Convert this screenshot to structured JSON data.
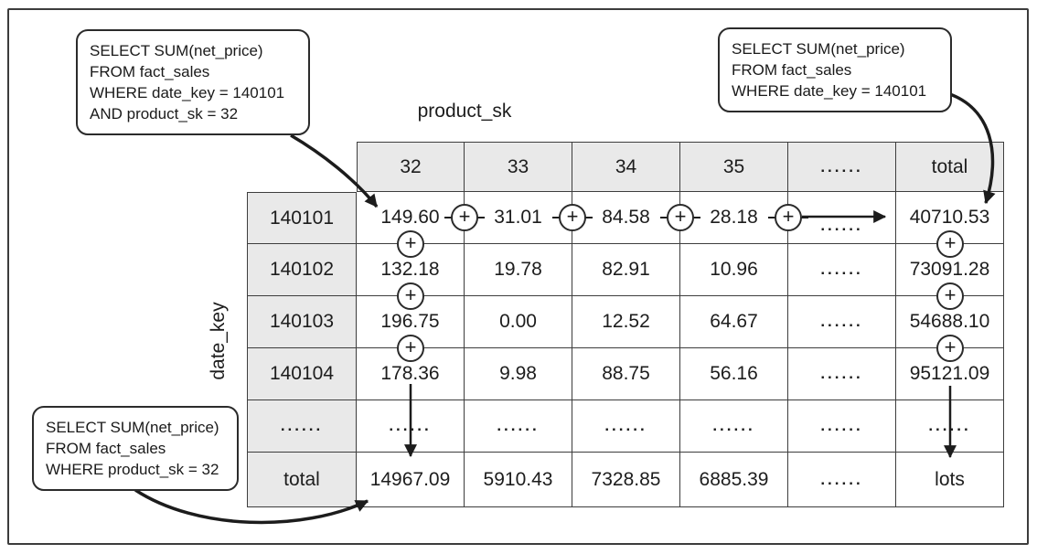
{
  "figure": {
    "column_axis_label": "product_sk",
    "row_axis_label": "date_key"
  },
  "callouts": {
    "top_left": {
      "lines": [
        "SELECT SUM(net_price)",
        "FROM fact_sales",
        "WHERE date_key = 140101",
        "AND product_sk = 32"
      ]
    },
    "top_right": {
      "lines": [
        "SELECT SUM(net_price)",
        "FROM fact_sales",
        "WHERE date_key = 140101"
      ]
    },
    "bottom_left": {
      "lines": [
        "SELECT SUM(net_price)",
        "FROM fact_sales",
        "WHERE product_sk = 32"
      ]
    }
  },
  "operator": {
    "plus": "+"
  },
  "colors": {
    "header_fill": "#e9e9e9",
    "line": "#1c1c1c",
    "background": "#ffffff"
  },
  "table": {
    "column_headers": [
      "32",
      "33",
      "34",
      "35",
      "......",
      "total"
    ],
    "rows": [
      {
        "header": "140101",
        "cells": [
          "149.60",
          "31.01",
          "84.58",
          "28.18",
          "......",
          "40710.53"
        ]
      },
      {
        "header": "140102",
        "cells": [
          "132.18",
          "19.78",
          "82.91",
          "10.96",
          "......",
          "73091.28"
        ]
      },
      {
        "header": "140103",
        "cells": [
          "196.75",
          "0.00",
          "12.52",
          "64.67",
          "......",
          "54688.10"
        ]
      },
      {
        "header": "140104",
        "cells": [
          "178.36",
          "9.98",
          "88.75",
          "56.16",
          "......",
          "95121.09"
        ]
      },
      {
        "header": "......",
        "cells": [
          "......",
          "......",
          "......",
          "......",
          "......",
          "......"
        ]
      },
      {
        "header": "total",
        "cells": [
          "14967.09",
          "5910.43",
          "7328.85",
          "6885.39",
          "......",
          "lots"
        ]
      }
    ]
  }
}
